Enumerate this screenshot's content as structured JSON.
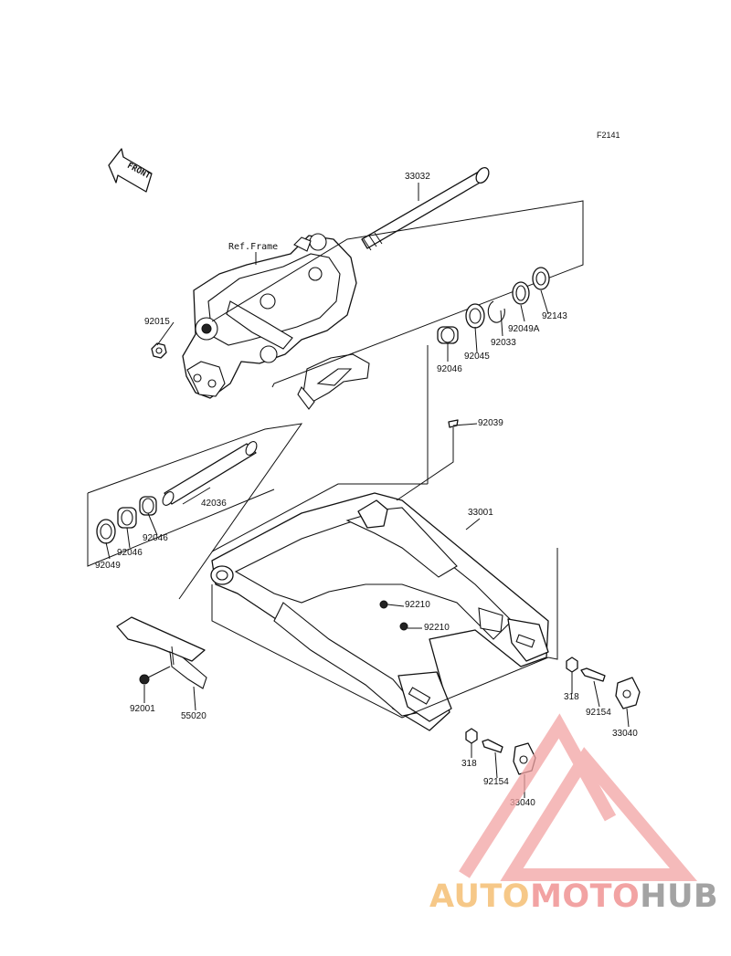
{
  "figure_code": "F2141",
  "front_label": "FRONT",
  "ref_frame_label": "Ref.Frame",
  "parts": [
    {
      "key": "p33032",
      "number": "33032"
    },
    {
      "key": "p92015",
      "number": "92015"
    },
    {
      "key": "p92143",
      "number": "92143"
    },
    {
      "key": "p92049A",
      "number": "92049A"
    },
    {
      "key": "p92033",
      "number": "92033"
    },
    {
      "key": "p92045",
      "number": "92045"
    },
    {
      "key": "p92046a",
      "number": "92046"
    },
    {
      "key": "p92039",
      "number": "92039"
    },
    {
      "key": "p33001",
      "number": "33001"
    },
    {
      "key": "p42036",
      "number": "42036"
    },
    {
      "key": "p92046b",
      "number": "92046"
    },
    {
      "key": "p92046c",
      "number": "92046"
    },
    {
      "key": "p92049",
      "number": "92049"
    },
    {
      "key": "p92210a",
      "number": "92210"
    },
    {
      "key": "p92210b",
      "number": "92210"
    },
    {
      "key": "p318a",
      "number": "318"
    },
    {
      "key": "p92154a",
      "number": "92154"
    },
    {
      "key": "p33040a",
      "number": "33040"
    },
    {
      "key": "p92001",
      "number": "92001"
    },
    {
      "key": "p55020",
      "number": "55020"
    },
    {
      "key": "p318b",
      "number": "318"
    },
    {
      "key": "p92154b",
      "number": "92154"
    },
    {
      "key": "p33040b",
      "number": "33040"
    }
  ],
  "watermark": {
    "part1": "AUTO",
    "part2": "MOTO",
    "part3": "HUB"
  },
  "colors": {
    "line": "#111111",
    "watermark_orange": "#f6c888",
    "watermark_red": "#f2a3a3",
    "watermark_gray": "#a3a3a3"
  }
}
